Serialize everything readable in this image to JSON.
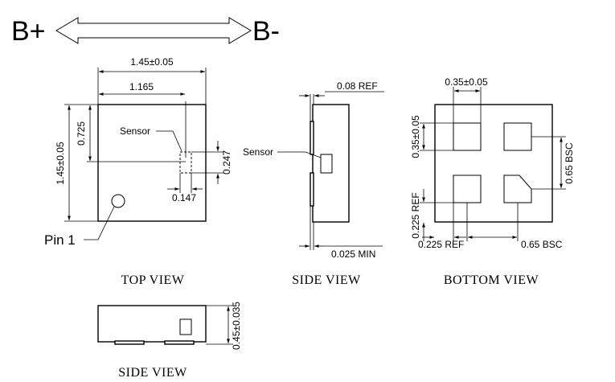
{
  "polarity": {
    "positive": "B+",
    "negative": "B-"
  },
  "views": {
    "top": "TOP VIEW",
    "side": "SIDE VIEW",
    "bottom": "BOTTOM VIEW",
    "side_lower": "SIDE VIEW"
  },
  "top_view": {
    "width_dim": "1.45±0.05",
    "sensor_x_dim": "1.165",
    "height_dim": "1.45±0.05",
    "sensor_y_dim": "0.725",
    "sensor_height_dim": "0.247",
    "sensor_width_dim": "0.147",
    "sensor_label": "Sensor",
    "pin1_label": "Pin 1"
  },
  "side_view": {
    "ref_dim": "0.08 REF",
    "min_dim": "0.025 MIN",
    "sensor_label": "Sensor"
  },
  "bottom_view": {
    "pad_size_top": "0.35±0.05",
    "pad_size_left": "0.35±0.05",
    "pitch_right": "0.65 BSC",
    "pitch_bottom": "0.65 BSC",
    "ref_left": "0.225 REF",
    "ref_bottom": "0.225 REF"
  },
  "side_view_lower": {
    "thickness_dim": "0.45±0.035"
  }
}
